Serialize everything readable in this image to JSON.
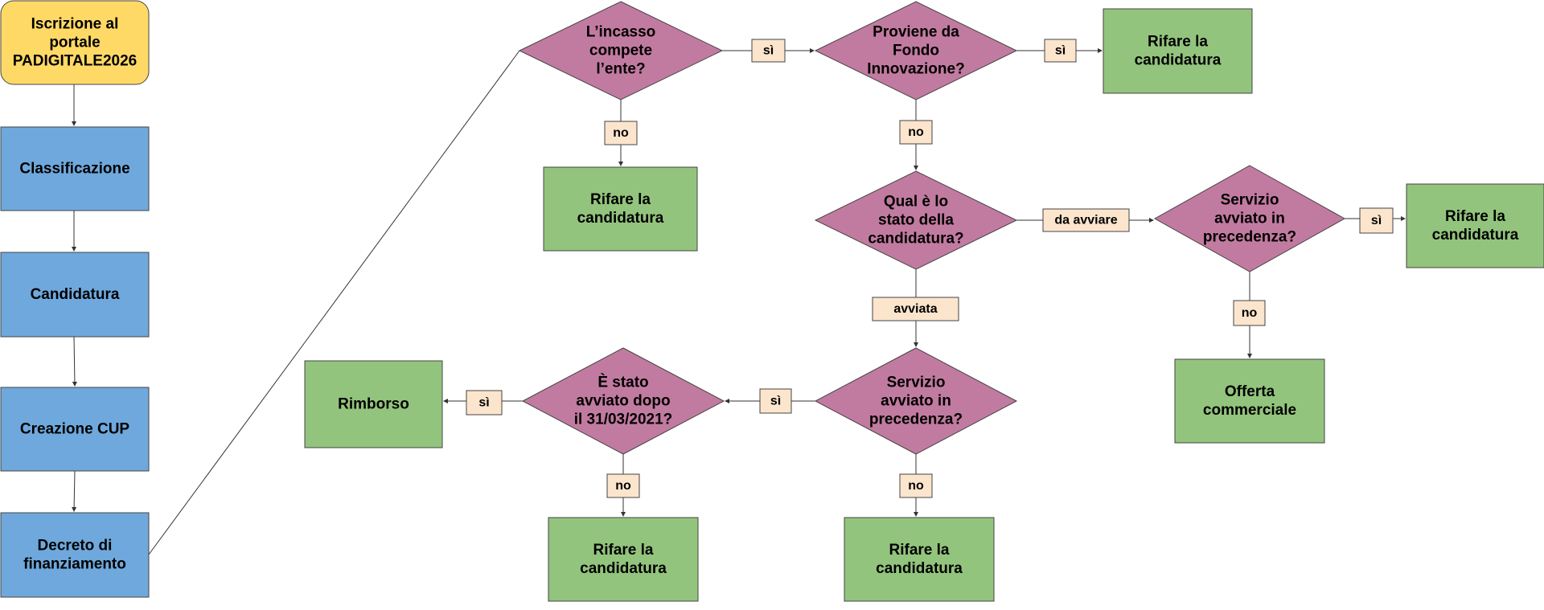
{
  "colors": {
    "start": "#ffd966",
    "process": "#6fa8dc",
    "decision": "#c27ba0",
    "result": "#93c47d",
    "label": "#fce5cd",
    "border": "#444444",
    "edge": "#333333"
  },
  "nodes": {
    "iscrizione": {
      "lines": [
        "Iscrizione al",
        "portale",
        "PADIGITALE2026"
      ],
      "kind": "start"
    },
    "classificazione": {
      "lines": [
        "Classificazione"
      ],
      "kind": "process"
    },
    "candidatura": {
      "lines": [
        "Candidatura"
      ],
      "kind": "process"
    },
    "creazione_cup": {
      "lines": [
        "Creazione CUP"
      ],
      "kind": "process"
    },
    "decreto": {
      "lines": [
        "Decreto di",
        "finanziamento"
      ],
      "kind": "process"
    },
    "d_incasso": {
      "lines": [
        "L’incasso",
        "compete",
        "l’ente?"
      ],
      "kind": "decision"
    },
    "r_rifare_1": {
      "lines": [
        "Rifare la",
        "candidatura"
      ],
      "kind": "result"
    },
    "d_fondo": {
      "lines": [
        "Proviene da",
        "Fondo",
        "Innovazione?"
      ],
      "kind": "decision"
    },
    "r_rifare_2": {
      "lines": [
        "Rifare la",
        "candidatura"
      ],
      "kind": "result"
    },
    "d_stato": {
      "lines": [
        "Qual è lo",
        "stato della",
        "candidatura?"
      ],
      "kind": "decision"
    },
    "d_servizio_1": {
      "lines": [
        "Servizio",
        "avviato in",
        "precedenza?"
      ],
      "kind": "decision"
    },
    "r_rifare_3": {
      "lines": [
        "Rifare la",
        "candidatura"
      ],
      "kind": "result"
    },
    "r_offerta": {
      "lines": [
        "Offerta",
        "commerciale"
      ],
      "kind": "result"
    },
    "d_servizio_2": {
      "lines": [
        "Servizio",
        "avviato in",
        "precedenza?"
      ],
      "kind": "decision"
    },
    "d_data": {
      "lines": [
        "È stato",
        "avviato dopo",
        "il 31/03/2021?"
      ],
      "kind": "decision"
    },
    "r_rimborso": {
      "lines": [
        "Rimborso"
      ],
      "kind": "result"
    },
    "r_rifare_4": {
      "lines": [
        "Rifare la",
        "candidatura"
      ],
      "kind": "result"
    },
    "r_rifare_5": {
      "lines": [
        "Rifare la",
        "candidatura"
      ],
      "kind": "result"
    }
  },
  "labels": {
    "l_incasso_si": "sì",
    "l_incasso_no": "no",
    "l_fondo_si": "sì",
    "l_fondo_no": "no",
    "l_stato_da_avviare": "da avviare",
    "l_stato_avviata": "avviata",
    "l_servizio1_si": "sì",
    "l_servizio1_no": "no",
    "l_servizio2_si": "sì",
    "l_servizio2_no": "no",
    "l_data_si": "sì",
    "l_data_no": "no"
  }
}
